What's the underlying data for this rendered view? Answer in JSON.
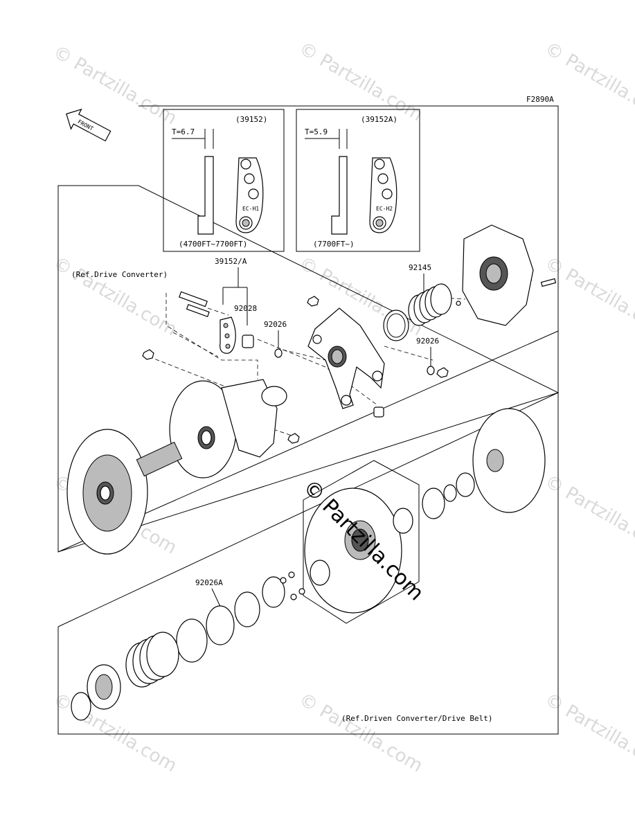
{
  "figure_code": "F2890A",
  "front_label": "FRONT",
  "watermark_text": "© Partzilla.com",
  "inset_left": {
    "part_no": "(39152)",
    "thickness": "T=6.7",
    "mark": "EC-H1",
    "altitude": "(4700FT~7700FT)"
  },
  "inset_right": {
    "part_no": "(39152A)",
    "thickness": "T=5.9",
    "mark": "EC-H2",
    "altitude": "(7700FT~)"
  },
  "ref_drive": "(Ref.Drive Converter)",
  "ref_driven": "(Ref.Driven Converter/Drive Belt)",
  "callouts": {
    "c39152a": "39152/A",
    "c92028": "92028",
    "c92026_a": "92026",
    "c92145": "92145",
    "c92026_b": "92026",
    "c92026a": "92026A"
  }
}
